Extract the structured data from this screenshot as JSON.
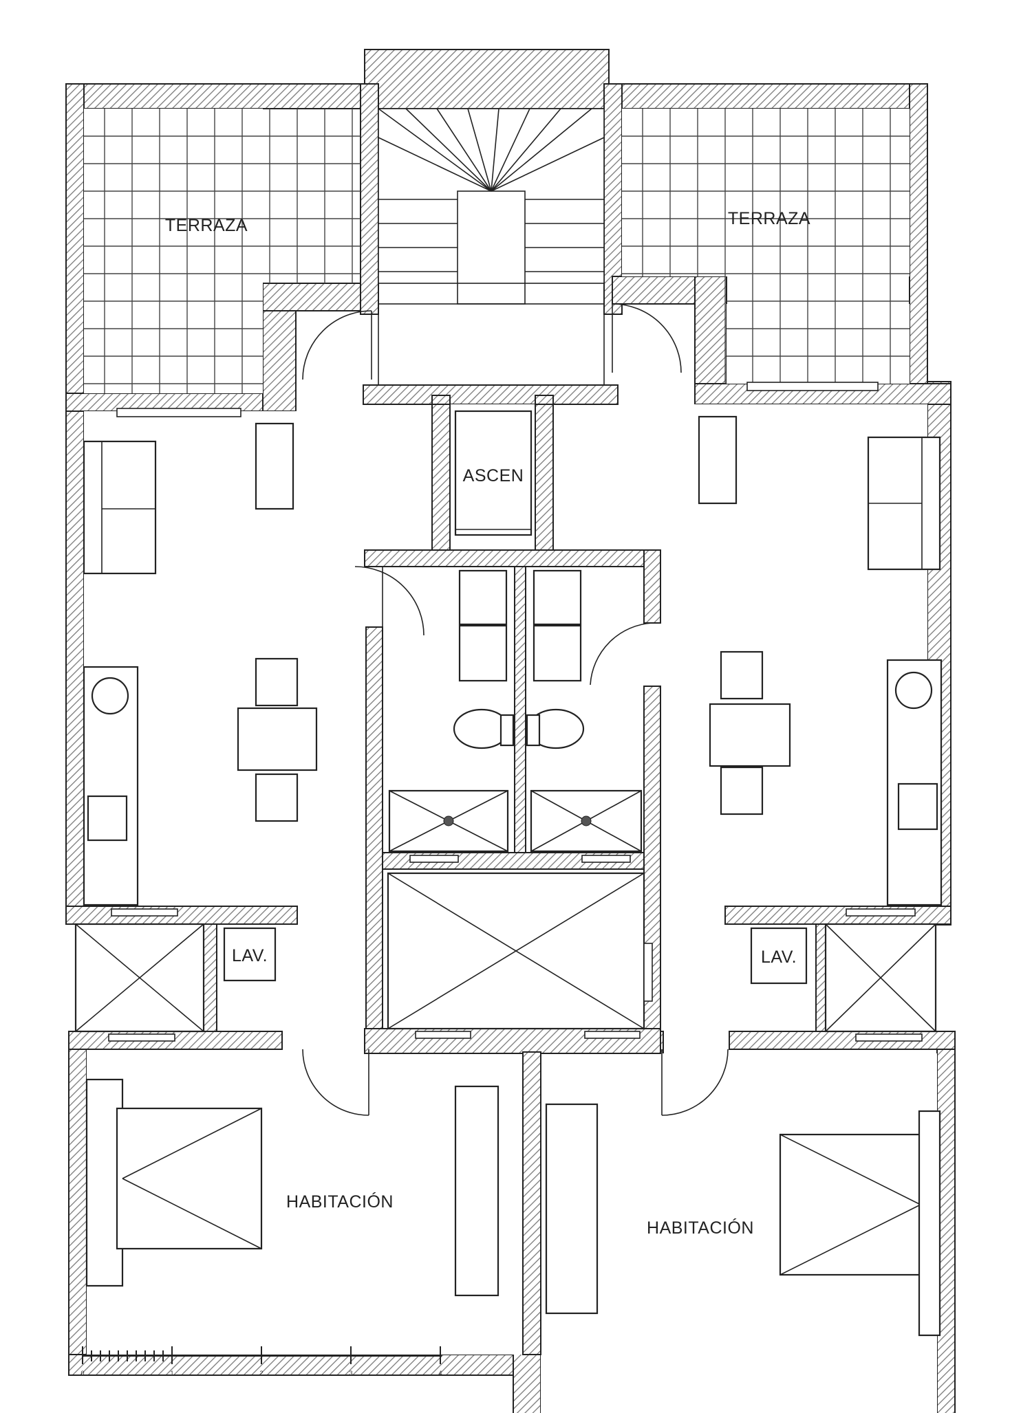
{
  "rooms": {
    "terrace_left": "TERRAZA",
    "terrace_right": "TERRAZA",
    "elevator": "ASCEN",
    "laundry_left": "LAV.",
    "laundry_right": "LAV.",
    "bedroom_left": "HABITACIÓN",
    "bedroom_right": "HABITACIÓN"
  },
  "scale_bar": {
    "ticks": [
      "0",
      "1",
      "2",
      "3",
      "4"
    ]
  },
  "colors": {
    "wall_hatch": "#8a8a8a",
    "line": "#222222",
    "paper": "#ffffff"
  }
}
